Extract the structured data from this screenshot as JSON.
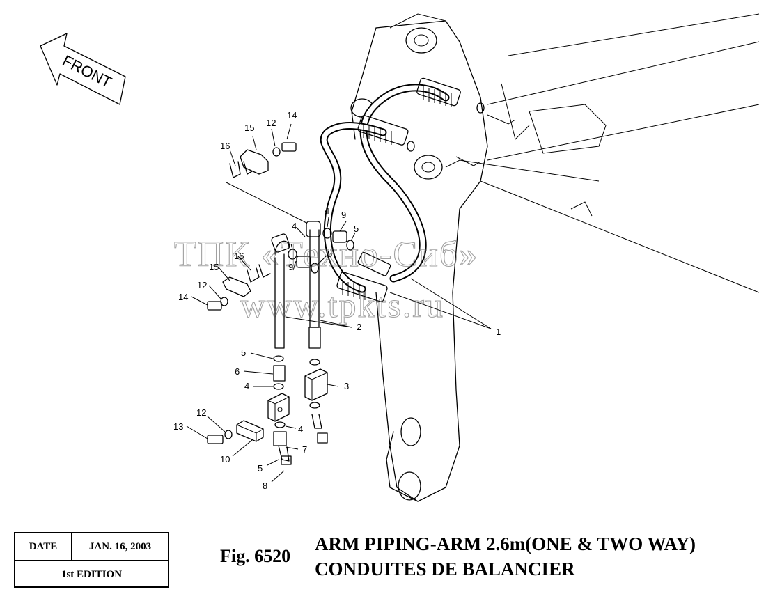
{
  "orientation_arrow": {
    "label": "FRONT"
  },
  "watermark": {
    "line1": "ТПК «Техно-Сиб»",
    "line2": "www.tpkts.ru"
  },
  "callouts": [
    {
      "id": "c16a",
      "label": "16"
    },
    {
      "id": "c15a",
      "label": "15"
    },
    {
      "id": "c12a",
      "label": "12"
    },
    {
      "id": "c14a",
      "label": "14"
    },
    {
      "id": "c4a",
      "label": "4"
    },
    {
      "id": "c9a",
      "label": "9"
    },
    {
      "id": "c5a",
      "label": "5"
    },
    {
      "id": "c4b",
      "label": "4"
    },
    {
      "id": "c5b",
      "label": "5"
    },
    {
      "id": "c9b",
      "label": "9"
    },
    {
      "id": "c16b",
      "label": "16"
    },
    {
      "id": "c15b",
      "label": "15"
    },
    {
      "id": "c12b",
      "label": "12"
    },
    {
      "id": "c14b",
      "label": "14"
    },
    {
      "id": "c2",
      "label": "2"
    },
    {
      "id": "c1",
      "label": "1"
    },
    {
      "id": "c5c",
      "label": "5"
    },
    {
      "id": "c6",
      "label": "6"
    },
    {
      "id": "c4c",
      "label": "4"
    },
    {
      "id": "c3",
      "label": "3"
    },
    {
      "id": "c12c",
      "label": "12"
    },
    {
      "id": "c13",
      "label": "13"
    },
    {
      "id": "c4d",
      "label": "4"
    },
    {
      "id": "c10",
      "label": "10"
    },
    {
      "id": "c7",
      "label": "7"
    },
    {
      "id": "c5d",
      "label": "5"
    },
    {
      "id": "c8",
      "label": "8"
    }
  ],
  "info_box": {
    "date_label": "DATE",
    "date_value": "JAN. 16, 2003",
    "edition": "1st EDITION"
  },
  "figure": {
    "number": "Fig. 6520",
    "title_line1": "ARM PIPING-ARM 2.6m(ONE & TWO WAY)",
    "title_line2": "CONDUITES DE BALANCIER"
  }
}
